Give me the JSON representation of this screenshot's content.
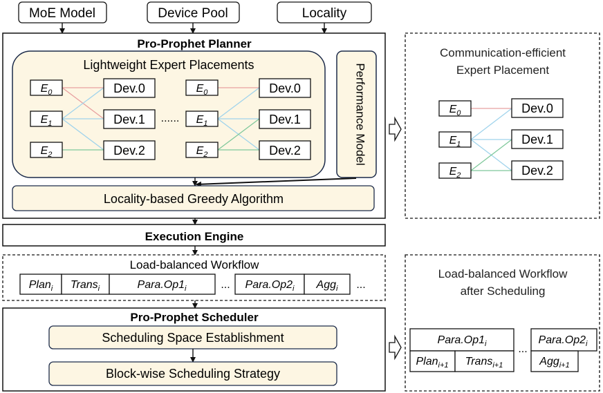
{
  "inputs": [
    "MoE Model",
    "Device Pool",
    "Locality"
  ],
  "planner": {
    "title": "Pro-Prophet Planner",
    "lightweight_title": "Lightweight Expert Placements",
    "performance_model": "Performance Model",
    "greedy": "Locality-based Greedy Algorithm",
    "ellipsis": "......"
  },
  "experts": [
    {
      "base": "E",
      "sub": "0"
    },
    {
      "base": "E",
      "sub": "1"
    },
    {
      "base": "E",
      "sub": "2"
    }
  ],
  "devices": [
    "Dev.0",
    "Dev.1",
    "Dev.2"
  ],
  "execution_engine": "Execution Engine",
  "workflow": {
    "title": "Load-balanced Workflow",
    "cells": [
      {
        "base": "Plan",
        "sub": "i"
      },
      {
        "base": "Trans",
        "sub": "i"
      },
      {
        "base": "Para.Op1",
        "sub": "i"
      },
      {
        "base": "Para.Op2",
        "sub": "i"
      },
      {
        "base": "Agg",
        "sub": "i"
      }
    ],
    "dots": "..."
  },
  "scheduler": {
    "title": "Pro-Prophet Scheduler",
    "step1": "Scheduling Space Establishment",
    "step2": "Block-wise Scheduling Strategy"
  },
  "right_top": {
    "title_line1": "Communication-efficient",
    "title_line2": "Expert Placement"
  },
  "right_bottom": {
    "title_line1": "Load-balanced  Workflow",
    "title_line2": "after Scheduling",
    "top_cells": [
      {
        "base": "Para.Op1",
        "sub": "i"
      },
      {
        "base": "Para.Op2",
        "sub": "i"
      }
    ],
    "bottom_cells": [
      {
        "base": "Plan",
        "sub": "i+1"
      },
      {
        "base": "Trans",
        "sub": "i+1"
      },
      {
        "base": "Agg",
        "sub": "i+1"
      }
    ],
    "dots": "..."
  },
  "colors": {
    "pale_fill": "#fdf6e3",
    "link_red": "#e8a0a0",
    "link_blue": "#9fd3ec",
    "link_green": "#7ec89a"
  }
}
